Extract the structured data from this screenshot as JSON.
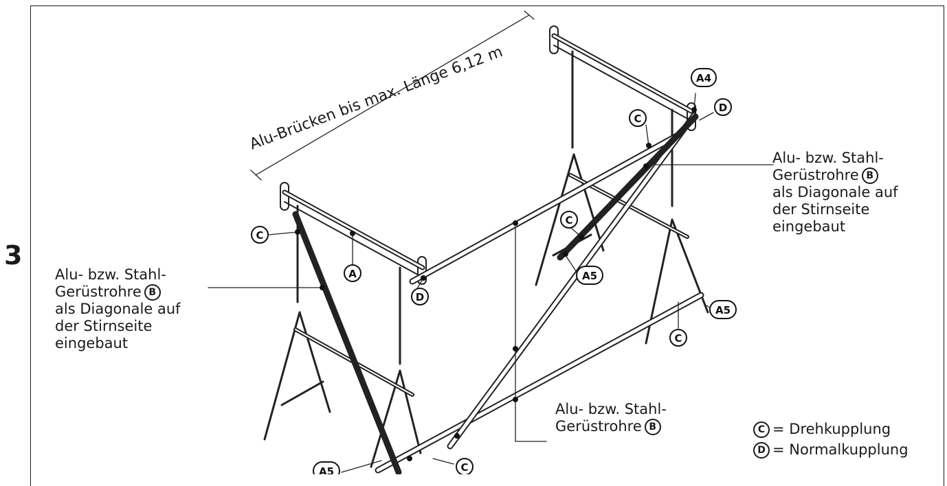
{
  "step_number": "3",
  "dimension_label": "Alu-Brücken bis max. Länge 6,12 m",
  "callouts": {
    "left": {
      "lines": [
        "Alu- bzw. Stahl-",
        "Gerüstrohre",
        "als Diagonale auf",
        "der Stirnseite",
        "eingebaut"
      ],
      "ref": "B"
    },
    "right": {
      "lines": [
        "Alu- bzw. Stahl-",
        "Gerüstrohre",
        "als Diagonale auf",
        "der Stirnseite",
        "eingebaut"
      ],
      "ref": "B"
    },
    "center": {
      "lines": [
        "Alu- bzw. Stahl-",
        "Gerüstrohre"
      ],
      "ref": "B"
    }
  },
  "part_labels": {
    "c_left_top": "C",
    "a_left": "A",
    "d_left": "D",
    "a4": "A4",
    "d_right": "D",
    "c_right_top": "C",
    "c_mid": "C",
    "a5_mid": "A5",
    "a5_right": "A5",
    "c_right_low": "C",
    "a5_bottom": "A5",
    "c_bottom": "C"
  },
  "legend": [
    {
      "ref": "C",
      "text": "= Drehkupplung"
    },
    {
      "ref": "D",
      "text": "= Normalkupplung"
    }
  ]
}
